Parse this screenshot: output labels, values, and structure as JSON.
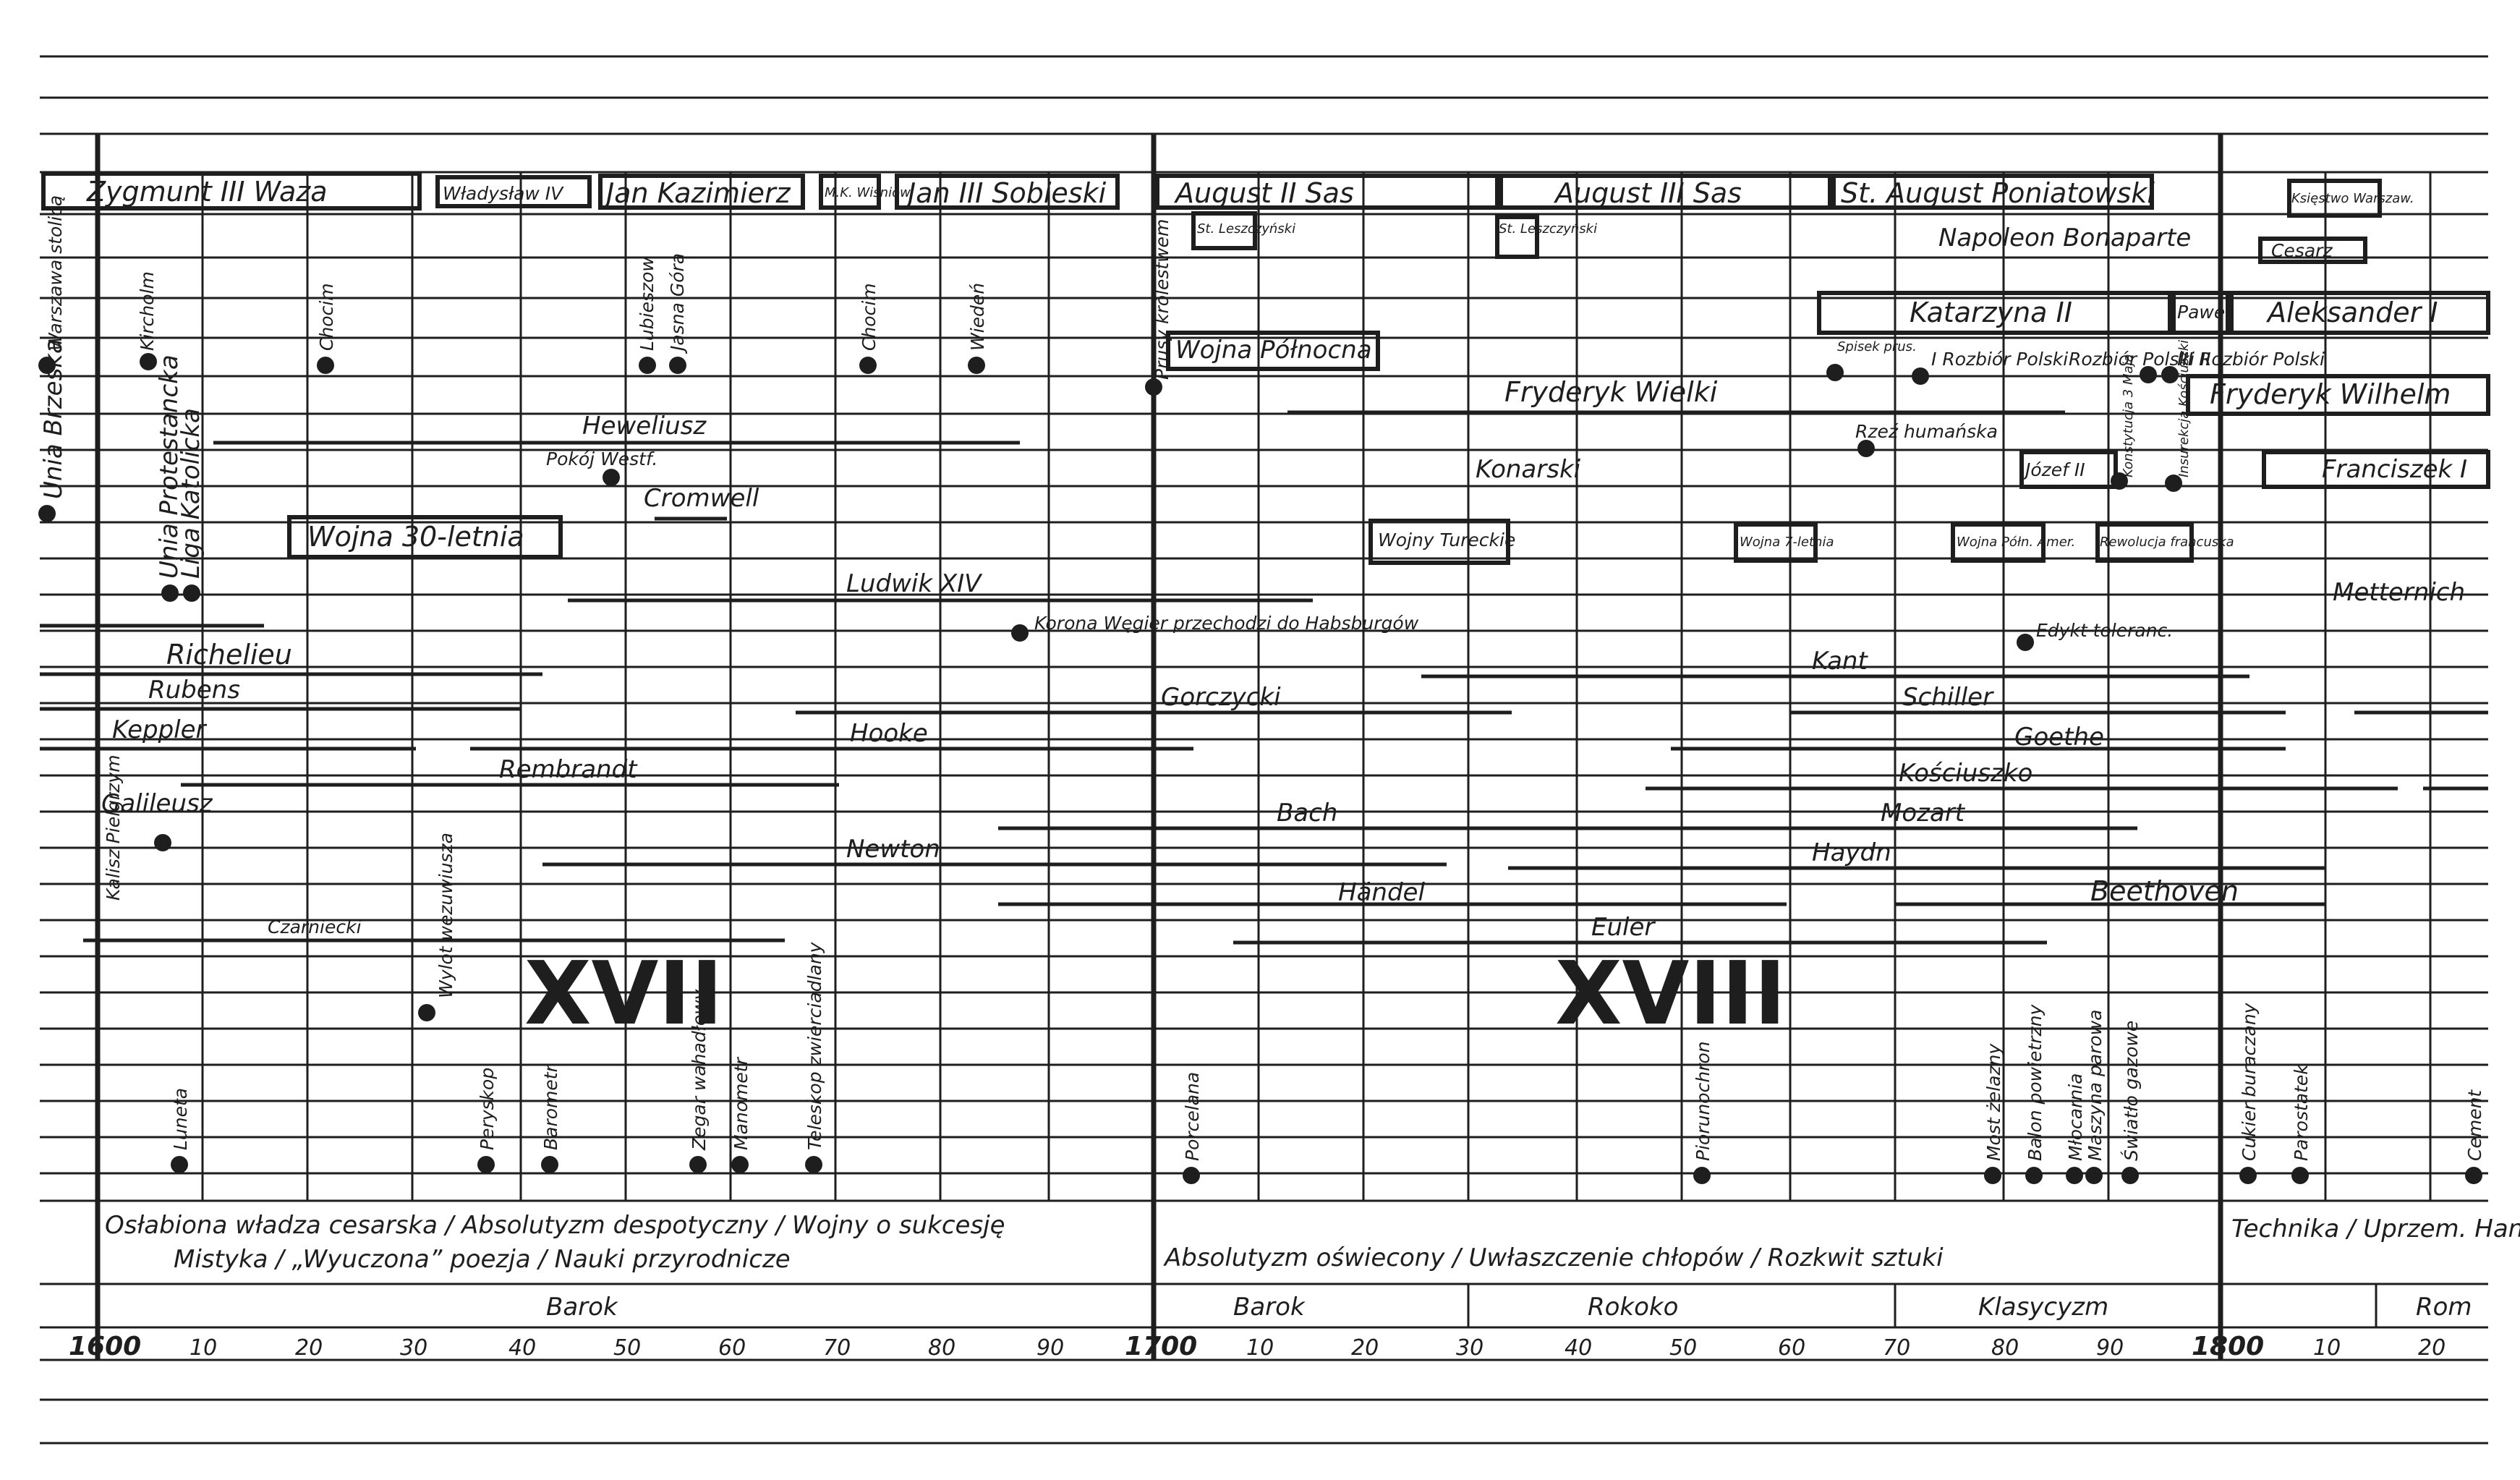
{
  "rulers": [
    "Zygmunt III Waza",
    "Władysław IV",
    "Jan Kazimierz",
    "M.K. Wiśniow.",
    "Jan III Sobieski",
    "August II Sas",
    "St. Leszczyński",
    "August III Sas",
    "St. Leszczyński",
    "St. August Poniatowski",
    "Księstwo Warszaw.",
    "Napoleon Bonaparte",
    "Cesarz",
    "Katarzyna II",
    "Paweł",
    "Aleksander I",
    "Fryderyk Wielki",
    "Fryderyk Wilhelm",
    "Franciszek I"
  ],
  "boxed_events": [
    "Wojna Północna",
    "Wojna 30-letnia",
    "Wojny Tureckie",
    "Wojna 7-letnia",
    "Wojna Półn. Amer.",
    "Rewolucja francuska",
    "Józef II"
  ],
  "people": [
    "Heweliusz",
    "Cromwell",
    "Ludwik XIV",
    "Richelieu",
    "Rubens",
    "Keppler",
    "Galileusz",
    "Rembrandt",
    "Czarniecki",
    "Hooke",
    "Newton",
    "Gorczycki",
    "Konarski",
    "Kant",
    "Schiller",
    "Goethe",
    "Kościuszko",
    "Bach",
    "Mozart",
    "Haydn",
    "Händel",
    "Beethoven",
    "Euler",
    "Metternich"
  ],
  "events": [
    "Unia Brzeska",
    "Unia Protestancka",
    "Liga Katolicka",
    "Kircholm",
    "Chocim",
    "Lubieszow",
    "Jasna Góra",
    "Chocim",
    "Wiedeń",
    "Prusy królestwem",
    "Pokój Westf.",
    "Korona Węgier przechodzi do Habsburgów",
    "Spisek prus.",
    "I Rozbiór Polski",
    "Rozbiór Polski II",
    "III Rozbiór Polski",
    "Rzeź humańska",
    "Edykt toleranc.",
    "Kalisz Pielgrzym",
    "Warszawa stolicą",
    "Konstytucja 3 Maja",
    "Insurekcja Kościuszki"
  ],
  "inventions": [
    "Luneta",
    "Wylot wezuwiusza",
    "Peryskop",
    "Barometr",
    "Zegar wahadłowy",
    "Manometr",
    "Teleskop zwierciadlany",
    "Porcelana",
    "Piorunochron",
    "Most żelazny",
    "Balon powietrzny",
    "Młocarnia",
    "Maszyna parowa",
    "Światło gazowe",
    "Cukier buraczany",
    "Parostatek",
    "Cement"
  ],
  "centuries": [
    "XVII",
    "XVIII"
  ],
  "themes": {
    "row1": "Osłabiona władza cesarska / Absolutyzm despotyczny / Wojny o sukcesję",
    "row2": "Mistyka / „Wyuczona” poezja / Nauki przyrodnicze",
    "row3": "Absolutyzm oświecony / Uwłaszczenie chłopów / Rozkwit sztuki",
    "row4": "Technika / Uprzem. Handel zamors."
  },
  "styles": [
    "Barok",
    "Barok",
    "Rokoko",
    "Klasycyzm",
    "Rom"
  ],
  "axis": [
    "1600",
    "10",
    "20",
    "30",
    "40",
    "50",
    "60",
    "70",
    "80",
    "90",
    "1700",
    "10",
    "20",
    "30",
    "40",
    "50",
    "60",
    "70",
    "80",
    "90",
    "1800",
    "10",
    "20"
  ]
}
